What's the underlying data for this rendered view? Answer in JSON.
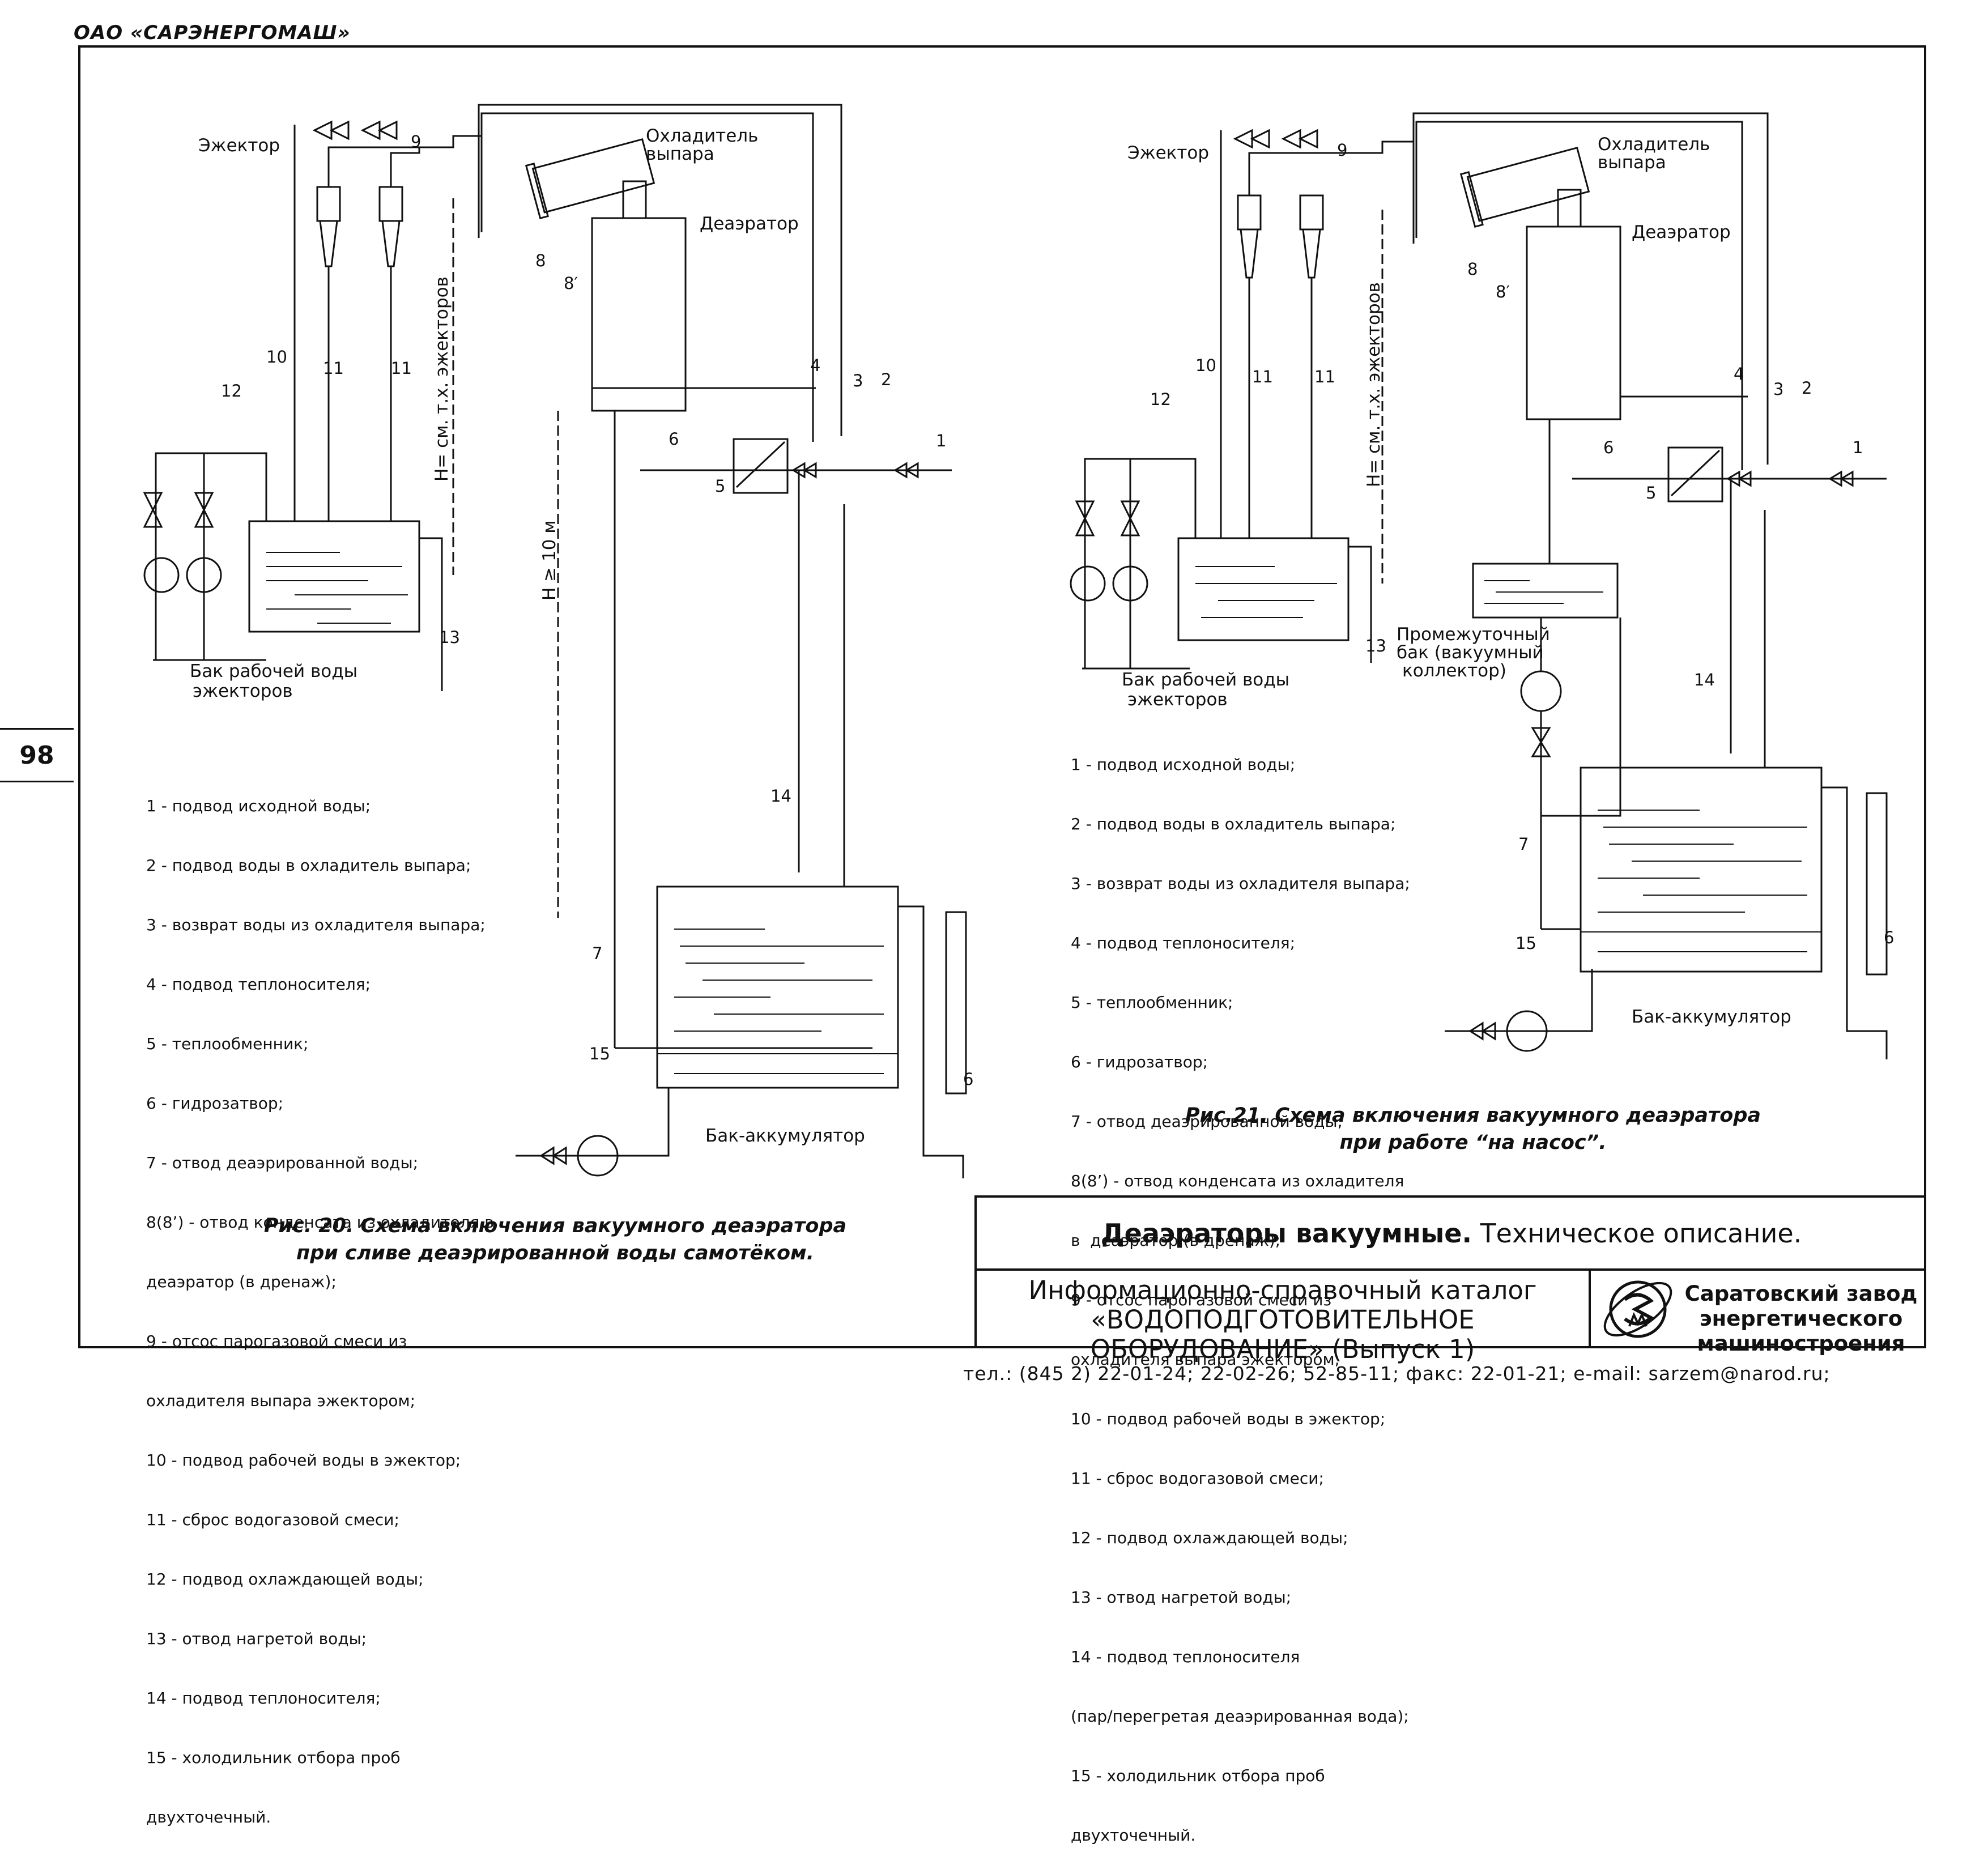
{
  "header": {
    "company": "ОАО «САРЭНЕРГОМАШ»",
    "page_number": "98"
  },
  "fig20": {
    "labels": {
      "ejector": "Эжектор",
      "cooler_line1": "Охладитель",
      "cooler_line2": "выпара",
      "deaerator": "Деаэратор",
      "tank_line1": "Бак рабочей воды",
      "tank_line2": "эжекторов",
      "accumulator": "Бак-аккумулятор",
      "height_label": "H= см. т.х. эжекторов",
      "height_10m": "H ≥ 10 м"
    },
    "numbers": [
      "1",
      "2",
      "3",
      "4",
      "5",
      "6",
      "7",
      "8",
      "8′",
      "9",
      "10",
      "11",
      "11",
      "12",
      "13",
      "14",
      "15",
      "6"
    ],
    "legend": [
      "1 - подвод исходной воды;",
      "2 - подвод воды в охладитель выпара;",
      "3 - возврат воды из охладителя выпара;",
      "4 - подвод теплоносителя;",
      "5 - теплообменник;",
      "6 - гидрозатвор;",
      "7 - отвод деаэрированной воды;",
      "8(8’) - отвод конденсата из охладителя в",
      "деаэратор (в дренаж);",
      "9 - отсос парогазовой смеси из",
      "охладителя выпара эжектором;",
      "10 - подвод рабочей воды в эжектор;",
      "11 - сброс водогазовой смеси;",
      "12 - подвод охлаждающей воды;",
      "13 - отвод нагретой воды;",
      "14 - подвод теплоносителя;",
      "15 - холодильник отбора проб",
      "двухточечный."
    ],
    "caption_line1": "Рис. 20. Схема включения вакуумного деаэратора",
    "caption_line2": "при сливе деаэрированной воды самотёком."
  },
  "fig21": {
    "labels": {
      "ejector": "Эжектор",
      "cooler_line1": "Охладитель",
      "cooler_line2": "выпара",
      "deaerator": "Деаэратор",
      "tank_line1": "Бак рабочей воды",
      "tank_line2": "эжекторов",
      "intermediate_line1": "Промежуточный",
      "intermediate_line2": "бак (вакуумный",
      "intermediate_line3": "коллектор)",
      "accumulator": "Бак-аккумулятор",
      "height_label": "H= см. т.х. эжекторов"
    },
    "numbers": [
      "1",
      "2",
      "3",
      "4",
      "5",
      "6",
      "7",
      "8",
      "8′",
      "9",
      "10",
      "11",
      "11",
      "12",
      "13",
      "14",
      "15",
      "6"
    ],
    "legend": [
      "1 - подвод исходной воды;",
      "2 - подвод воды в охладитель выпара;",
      "3 - возврат воды из охладителя выпара;",
      "4 - подвод теплоносителя;",
      "5 - теплообменник;",
      "6 - гидрозатвор;",
      "7 - отвод деаэрированной воды;",
      "8(8’) - отвод конденсата из охладителя",
      "в  деаэратор (в дренаж);",
      "9 - отсос парогазовой смеси из",
      "охладителя выпара эжектором;",
      "10 - подвод рабочей воды в эжектор;",
      "11 - сброс водогазовой смеси;",
      "12 - подвод охлаждающей воды;",
      "13 - отвод нагретой воды;",
      "14 - подвод теплоносителя",
      "(пар/перегретая деаэрированная вода);",
      "15 - холодильник отбора проб",
      "двухточечный."
    ],
    "caption_line1": "Рис.21. Схема включения вакуумного деаэратора",
    "caption_line2": "при работе “на насос”."
  },
  "title_block": {
    "title_bold": "Деаэраторы вакуумные.",
    "title_rest": " Техническое описание.",
    "catalog_line1": "Информационно-справочный каталог",
    "catalog_line2": "«ВОДОПОДГОТОВИТЕЛЬНОЕ",
    "catalog_line3": "ОБОРУДОВАНИЕ» (Выпуск 1)",
    "factory_line1": "Саратовский завод",
    "factory_line2": "энергетического",
    "factory_line3": "машиностроения"
  },
  "footer": {
    "contacts": "тел.: (845 2) 22-01-24; 22-02-26; 52-85-11; факс: 22-01-21; e-mail: sarzem@narod.ru;"
  }
}
